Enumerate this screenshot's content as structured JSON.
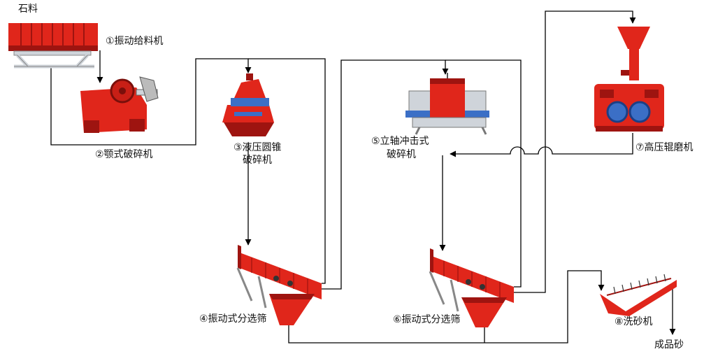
{
  "labels": {
    "raw_material": "石料",
    "m1": "①振动给料机",
    "m2": "②颚式破碎机",
    "m3_line1": "③液压圆锥",
    "m3_line2": "破碎机",
    "m4": "④振动式分选筛",
    "m5_line1": "⑤立轴冲击式",
    "m5_line2": "破碎机",
    "m6": "⑥振动式分选筛",
    "m7": "⑦高压辊磨机",
    "m8": "⑧洗砂机",
    "product": "成品砂"
  },
  "colors": {
    "machine": "#e0261b",
    "machine_dark": "#9e1410",
    "steel": "#cfd4da",
    "blue": "#3b6fc6",
    "line": "#000000"
  }
}
